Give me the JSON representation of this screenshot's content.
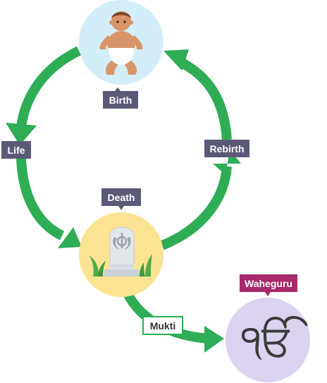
{
  "labels": {
    "birth": "Birth",
    "life": "Life",
    "rebirth": "Rebirth",
    "death": "Death",
    "mukti": "Mukti",
    "waheguru": "Waheguru"
  },
  "waheguru_symbol": "ੴ",
  "colors": {
    "arrow": "#2fad55",
    "birth_circle": "#d3eef8",
    "death_circle": "#fbe394",
    "waheguru_circle": "#dcd3f0",
    "label_bg": "#5a5a77",
    "waheguru_label_bg": "#a82a6a",
    "mukti_label_border": "#2fad55",
    "label_text": "#ffffff",
    "mukti_text": "#333333"
  },
  "icons": {
    "birth": "baby-icon",
    "death": "gravestone-khanda-icon",
    "waheguru": "ik-onkar-icon"
  }
}
